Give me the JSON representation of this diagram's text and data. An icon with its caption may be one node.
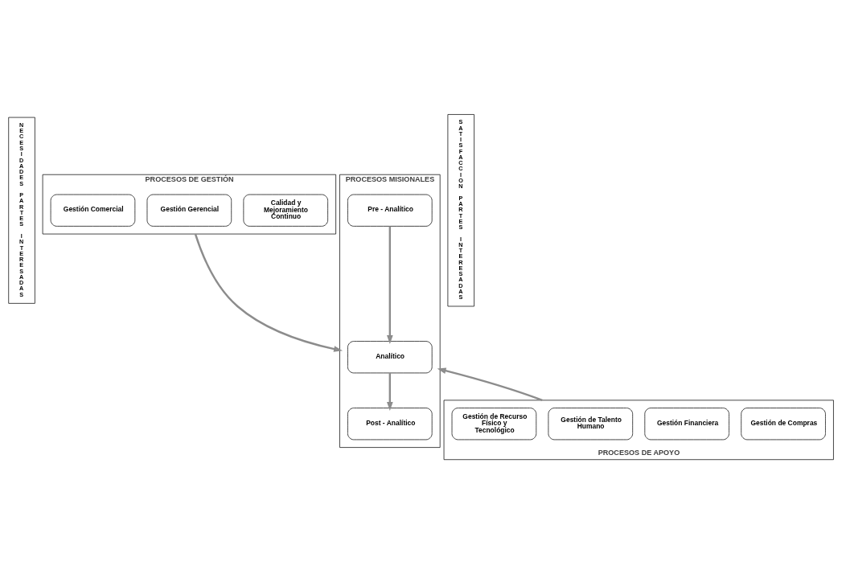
{
  "diagram": {
    "nodes": [
      {
        "text": [
          "NECESIDADES PARTES INTERESADAS"
        ]
      },
      {
        "text": [
          "PROCESOS DE GESTIÓN"
        ]
      },
      {
        "text": [
          "Calidad y Mejoramiento Continuo"
        ],
        "in": 1
      },
      {
        "text": [
          "Gestión Gerencial"
        ],
        "in": 1
      },
      {
        "text": [
          "Gestión Comercial"
        ],
        "in": 1
      },
      {
        "text": [
          "PROCESOS MISIONALES"
        ]
      },
      {
        "text": [
          "Pre - Analítico"
        ],
        "in": 5
      },
      {
        "text": [
          "Analítico"
        ],
        "in": 5
      },
      {
        "text": [
          "Post - Analítico"
        ],
        "in": 5
      },
      {
        "text": [
          "PROCESOS DE APOYO"
        ]
      },
      {
        "text": [
          "Gestión de Compras"
        ],
        "in": 9
      },
      {
        "text": [
          "Gestión Financiera"
        ],
        "in": 9
      },
      {
        "text": [
          "Gestión de Talento Humano"
        ],
        "in": 9
      },
      {
        "text": [
          "Gestión de Recurso Físico y Tecnológico"
        ],
        "in": 9
      },
      {
        "text": [
          "SATISFACCION PARTES INTERESADAS"
        ]
      }
    ],
    "edges": [
      {
        "from": 1,
        "to": 5,
        "arrow": "to"
      },
      {
        "from": 6,
        "to": 7,
        "arrow": "to"
      },
      {
        "from": 7,
        "to": 8,
        "arrow": "to"
      },
      {
        "from": 9,
        "to": 5,
        "arrow": "to"
      }
    ]
  }
}
